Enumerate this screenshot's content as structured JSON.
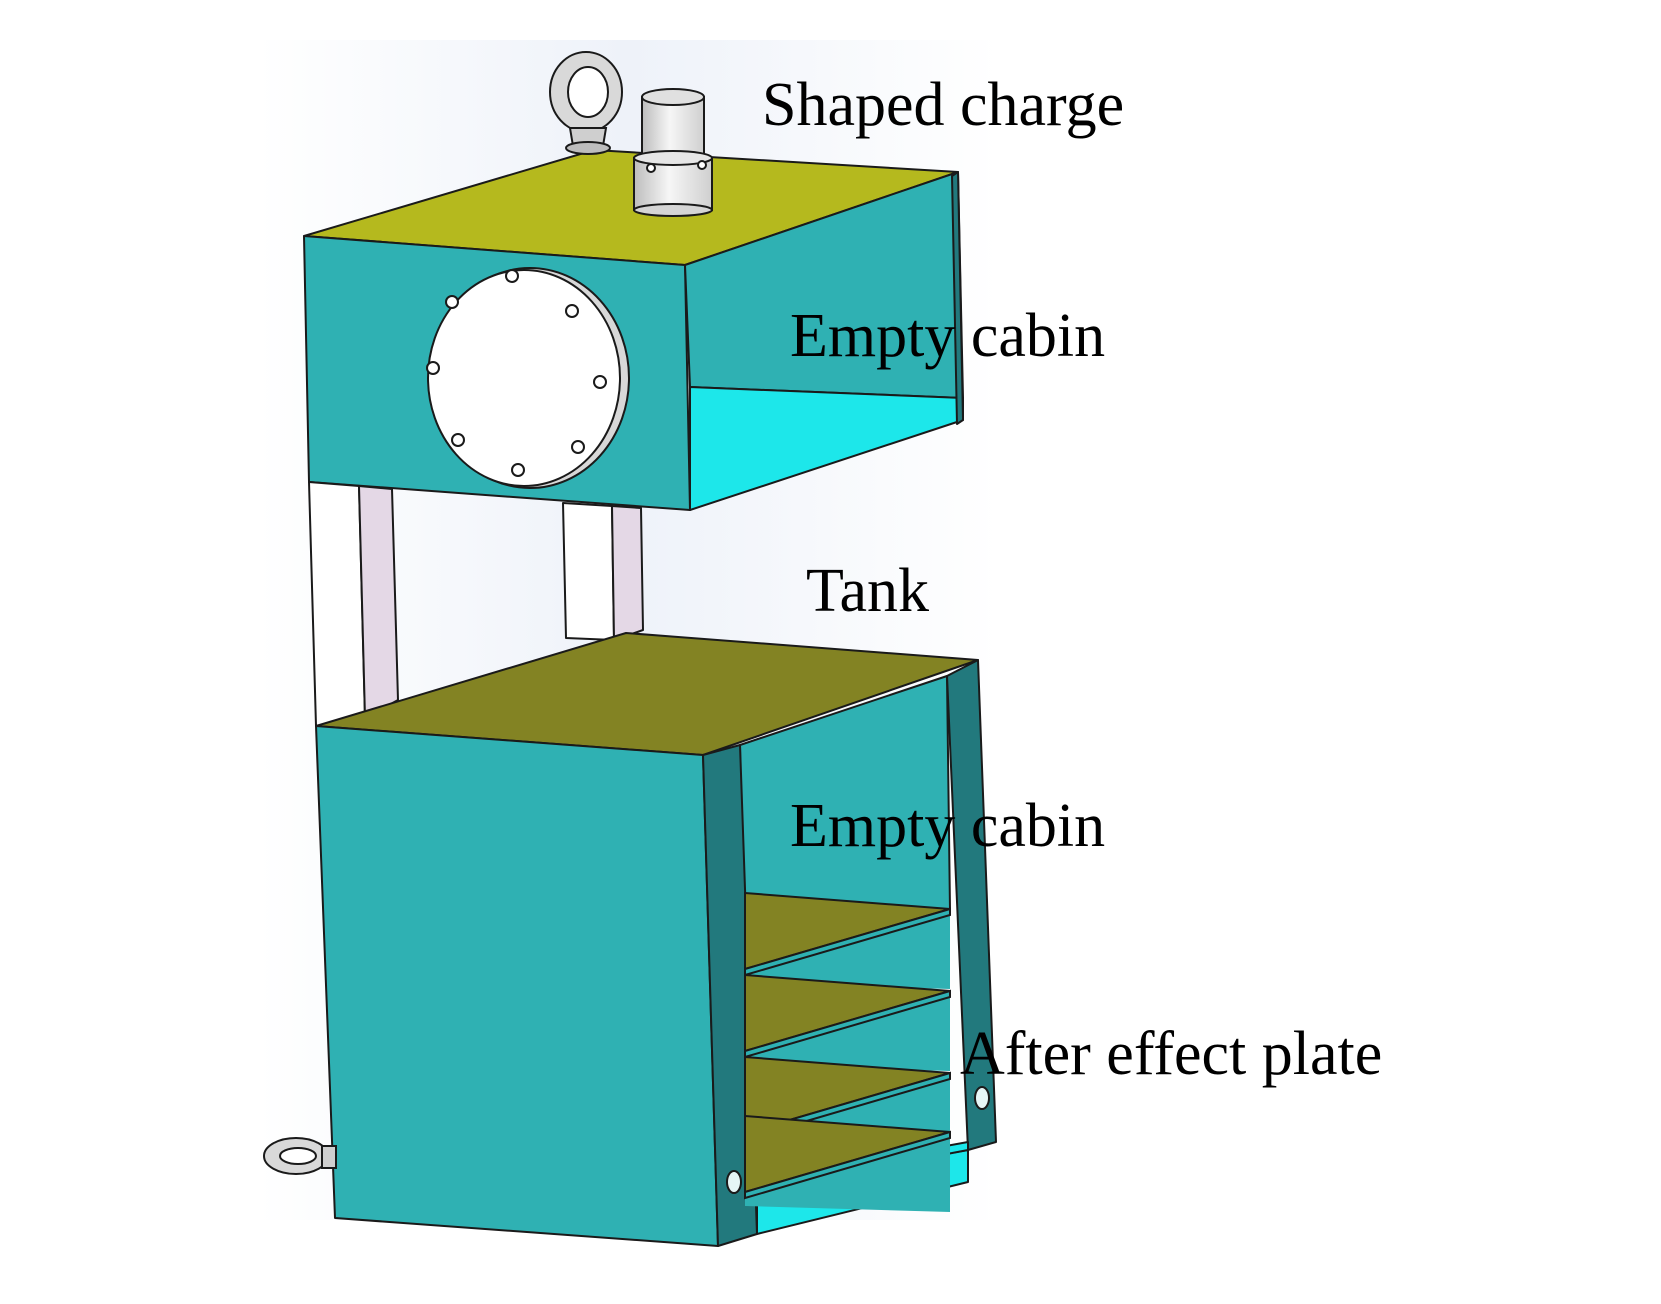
{
  "labels": {
    "shaped_charge": "Shaped charge",
    "empty_cabin_top": "Empty cabin",
    "tank": "Tank",
    "empty_cabin_bottom": "Empty cabin",
    "after_effect_plate": "After effect plate"
  },
  "colors": {
    "cabin_front": "#2fb1b3",
    "cabin_side_dark": "#22797d",
    "cabin_interior": "#1de7ea",
    "top_plate": "#b5b91e",
    "top_plate_dark": "#838323",
    "tank_face": "#ffffff",
    "tank_side": "#e4d8e6",
    "steel": "#e8e8e8",
    "outline": "#1a1a1a"
  }
}
